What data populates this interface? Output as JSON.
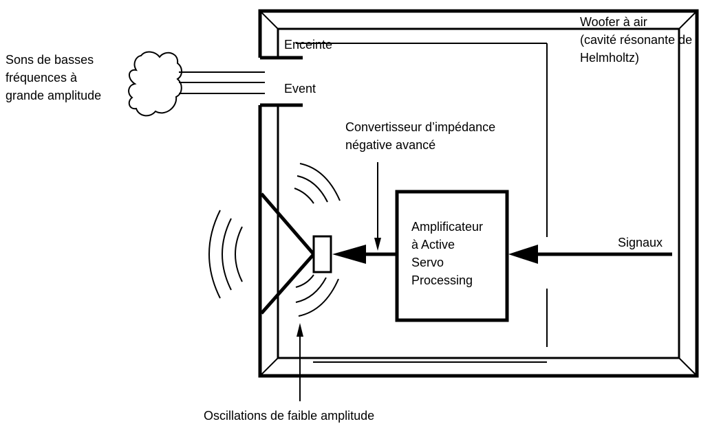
{
  "labels": {
    "low_freq_sounds": [
      "Sons de basses",
      "fréquences à",
      "grande amplitude"
    ],
    "enclosure": "Enceinte",
    "vent": "Event",
    "air_woofer": [
      "Woofer à air",
      "(cavité résonante de",
      "Helmholtz)"
    ],
    "converter": [
      "Convertisseur d’impédance",
      "négative avancé"
    ],
    "amplifier": [
      "Amplificateur",
      "à Active",
      "Servo",
      "Processing"
    ],
    "signals": "Signaux",
    "oscillations": "Oscillations de faible amplitude"
  }
}
